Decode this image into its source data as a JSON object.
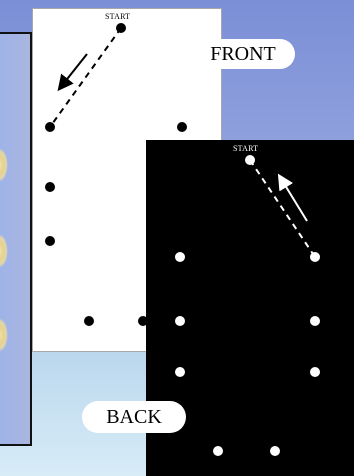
{
  "labels": {
    "front_start": "START",
    "front": "FRONT",
    "back_start": "START",
    "back": "BACK"
  },
  "colors": {
    "page_background_top": "#7b8fd6",
    "page_background_bottom": "#d7ecf7",
    "front_sheet": "#ffffff",
    "back_sheet": "#000000",
    "front_dot": "#000000",
    "back_dot": "#ffffff",
    "pill_fill": "#ffffff"
  },
  "icons": {
    "front_path_arrow": "dashed-arrow-down-left-icon",
    "back_path_arrow": "dashed-arrow-up-left-icon"
  }
}
